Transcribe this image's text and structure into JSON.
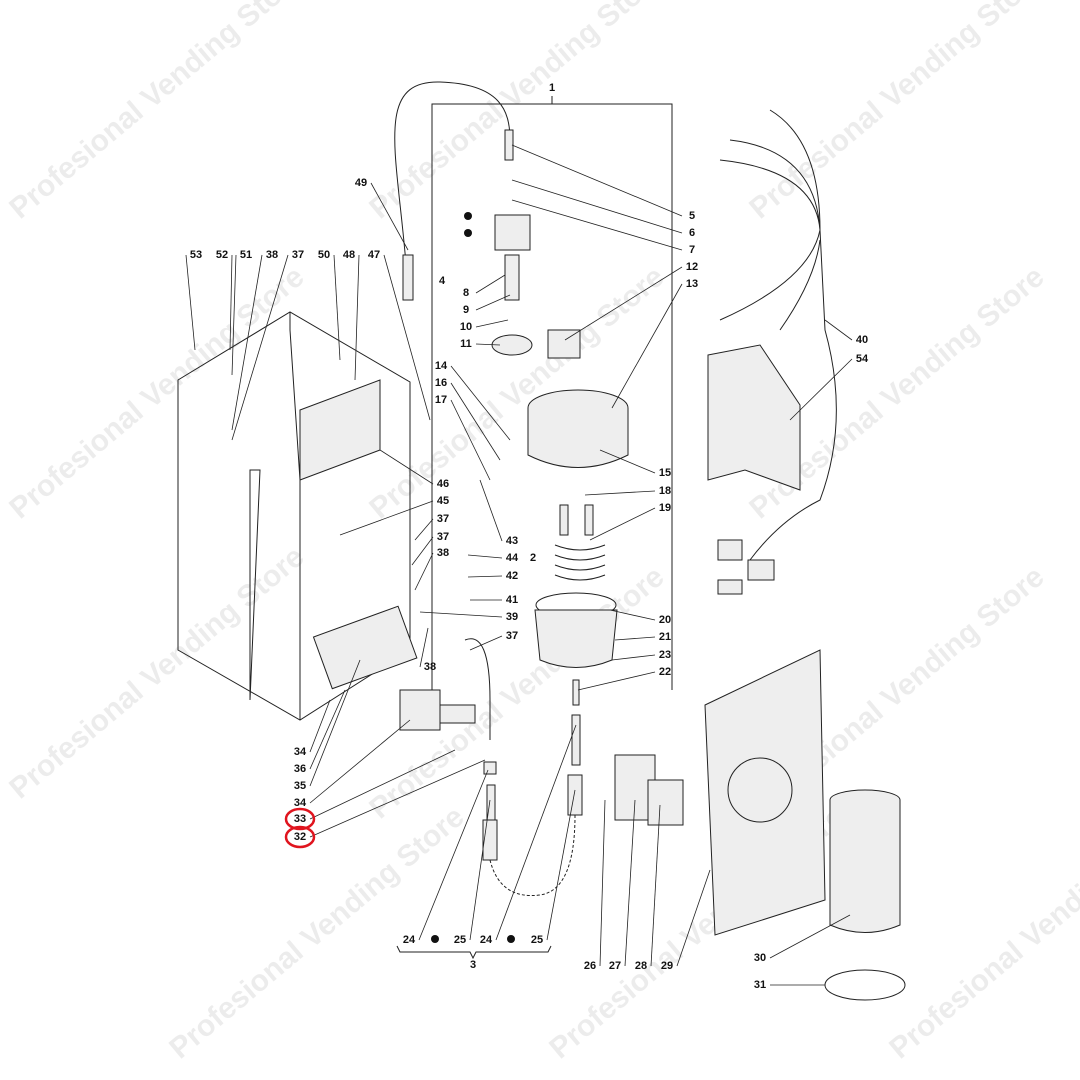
{
  "diagram": {
    "watermark": "Profesional Vending Store",
    "highlight_color": "#e0141e",
    "highlighted_labels": [
      "33",
      "32"
    ],
    "labels": [
      "1",
      "5",
      "6",
      "7",
      "12",
      "13",
      "15",
      "18",
      "19",
      "20",
      "21",
      "23",
      "22",
      "4",
      "8",
      "9",
      "10",
      "11",
      "14",
      "16",
      "17",
      "53",
      "52",
      "51",
      "38",
      "37",
      "50",
      "48",
      "47",
      "49",
      "46",
      "45",
      "37",
      "37",
      "38",
      "43",
      "44",
      "2",
      "42",
      "41",
      "39",
      "38",
      "37",
      "34",
      "36",
      "35",
      "34",
      "33",
      "32",
      "24",
      "25",
      "24",
      "25",
      "3",
      "26",
      "27",
      "28",
      "29",
      "30",
      "31",
      "40",
      "54"
    ]
  }
}
